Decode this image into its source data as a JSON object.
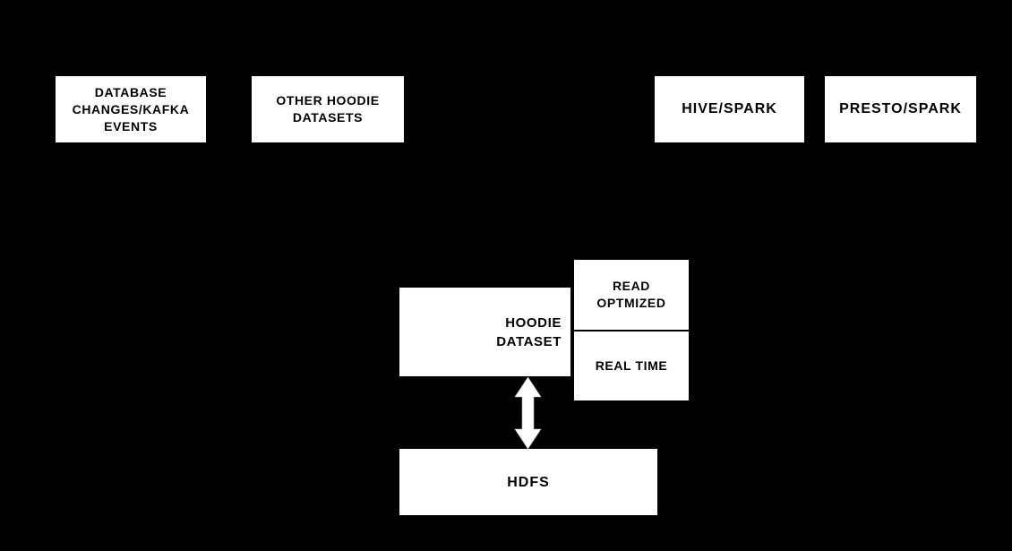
{
  "colors": {
    "background": "#000000",
    "node_fill": "#ffffff",
    "node_text": "#000000",
    "arrow_fill": "#ffffff"
  },
  "nodes": {
    "database_changes": {
      "label": "DATABASE\nCHANGES/KAFKA\nEVENTS"
    },
    "other_hoodie_datasets": {
      "label": "OTHER HOODIE\nDATASETS"
    },
    "hive_spark": {
      "label": "HIVE/SPARK"
    },
    "presto_spark": {
      "label": "PRESTO/SPARK"
    },
    "hoodie_dataset": {
      "label": "HOODIE\nDATASET"
    },
    "read_optmized": {
      "label": "READ\nOPTMIZED"
    },
    "real_time": {
      "label": "REAL TIME"
    },
    "hdfs": {
      "label": "HDFS"
    }
  },
  "connections": [
    {
      "from": "HOODIE DATASET",
      "to": "HDFS",
      "style": "double-headed-arrow",
      "orientation": "vertical"
    }
  ]
}
